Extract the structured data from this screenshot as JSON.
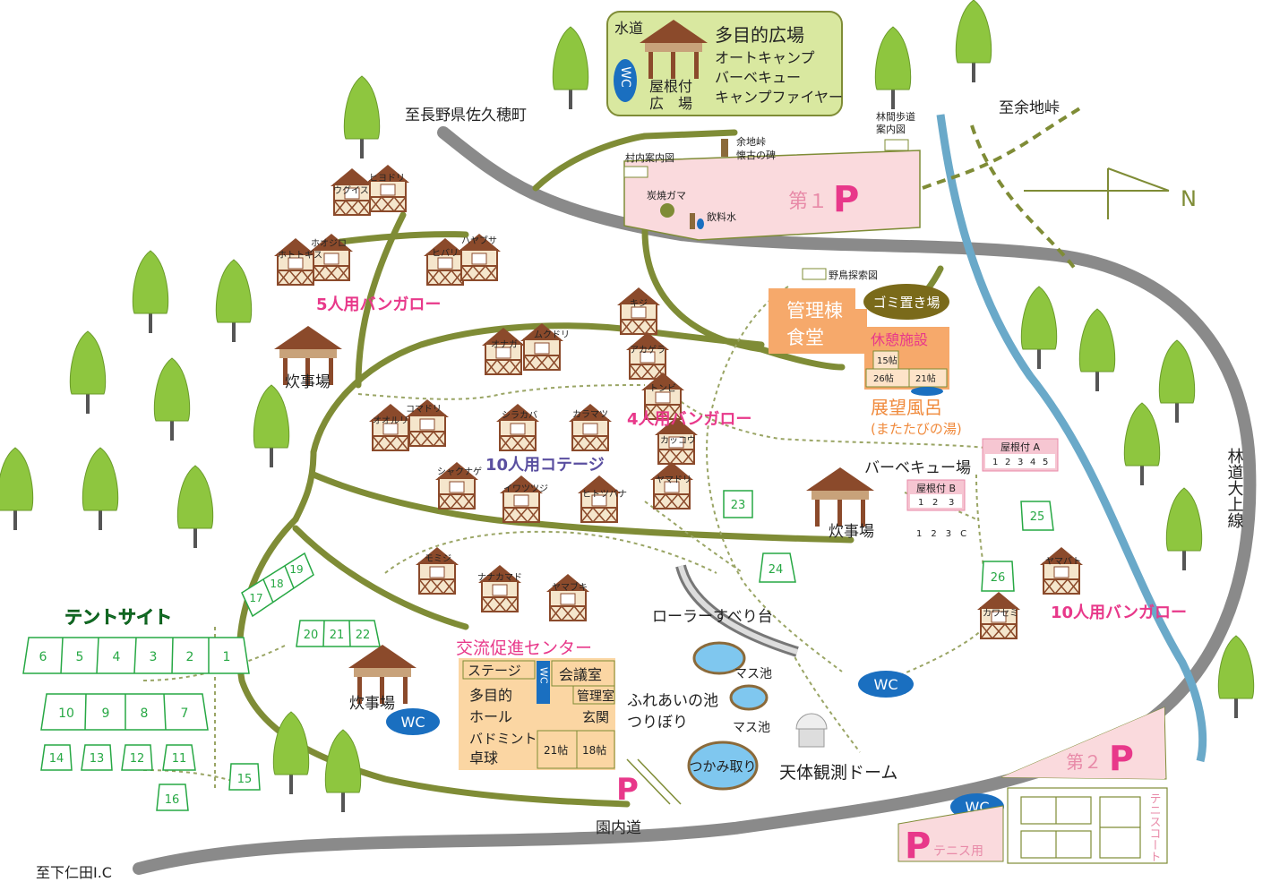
{
  "directions": {
    "saku": "至長野県佐久穂町",
    "yochitoge": "至余地峠",
    "shimonita": "至下仁田I.C",
    "north": "N"
  },
  "top_plaza": {
    "water": "水道",
    "wc": "WC",
    "roofed_1": "屋根付",
    "roofed_2": "広　場",
    "title": "多目的広場",
    "items": [
      "オートキャンプ",
      "バーベキュー",
      "キャンプファイヤー"
    ]
  },
  "parking1": {
    "label": "第１",
    "p": "P",
    "village_map": "村内案内図",
    "monument_1": "余地峠",
    "monument_2": "懐古の碑",
    "kiln": "炭焼ガマ",
    "drinking": "飲料水",
    "trail_map_1": "林間歩道",
    "trail_map_2": "案内図"
  },
  "bird_map": "野鳥探索図",
  "garbage": "ゴミ置き場",
  "office": {
    "line1": "管理棟",
    "line2": "食堂"
  },
  "rest": {
    "title": "休憩施設",
    "r15": "15帖",
    "r26": "26帖",
    "r21": "21帖"
  },
  "bath": {
    "title": "展望風呂",
    "sub": "(またたびの湯)"
  },
  "bungalow5": {
    "title": "5人用バンガロー",
    "huts": [
      "ウグイス",
      "ヒヨドリ",
      "ホオジロ",
      "ホトトギス",
      "ヒバリ",
      "ハヤブサ"
    ]
  },
  "bungalow4": {
    "title": "4人用バンガロー",
    "huts": [
      "キジ",
      "アカゲラ",
      "トンビ",
      "カッコウ",
      "ヤマドリ"
    ]
  },
  "cottage10": {
    "title": "10人用コテージ",
    "huts": [
      "オナガ",
      "ムクドリ",
      "オオルリ",
      "コマドリ",
      "シラカバ",
      "カラマツ",
      "シャクナゲ",
      "イワツツジ",
      "ヒトツバナ",
      "モミジ",
      "ナナカマド",
      "ヤマブキ"
    ]
  },
  "bungalow10": {
    "title": "10人用バンガロー",
    "huts": [
      "ヤマバト",
      "カワセミ"
    ]
  },
  "kitchen": "炊事場",
  "bbq": {
    "label": "バーベキュー場",
    "roof_a": "屋根付 A",
    "roof_b": "屋根付 B",
    "a_nums": [
      "1",
      "2",
      "3",
      "4",
      "5"
    ],
    "b_nums": [
      "1",
      "2",
      "3"
    ],
    "c_nums": "1　2　3　C"
  },
  "tent": {
    "title": "テントサイト",
    "row1": [
      "6",
      "5",
      "4",
      "3",
      "2",
      "1"
    ],
    "row2": [
      "10",
      "9",
      "8",
      "7"
    ],
    "row3": [
      "14",
      "13",
      "12",
      "11"
    ],
    "others": [
      "15",
      "16",
      "17",
      "18",
      "19",
      "20",
      "21",
      "22",
      "23",
      "24",
      "25",
      "26"
    ]
  },
  "center": {
    "title": "交流促進センター",
    "stage": "ステージ",
    "wc": "WC",
    "meeting": "会議室",
    "hall": [
      "多目的",
      "ホール",
      "バドミントン",
      "卓球"
    ],
    "office": "管理室",
    "entrance": "玄関",
    "r21": "21帖",
    "r18": "18帖"
  },
  "wc": "WC",
  "p_letter": "P",
  "roller": "ローラーすべり台",
  "trout": "マス池",
  "pond": [
    "ふれあいの池",
    "つりぼり"
  ],
  "catch": "つかみ取り",
  "dome": "天体観測ドーム",
  "park_road": "園内道",
  "forest_road": "林道大上線",
  "parking2": {
    "label": "第２",
    "p": "P"
  },
  "tennis_parking": "テニス用",
  "tennis_court": "テニスコート",
  "colors": {
    "road": "#8a8a8a",
    "path": "#7f8c36",
    "river": "#6aa9c9",
    "tree": "#8ec63f",
    "accent_pink": "#e8388a",
    "orange": "#f6a96b"
  }
}
